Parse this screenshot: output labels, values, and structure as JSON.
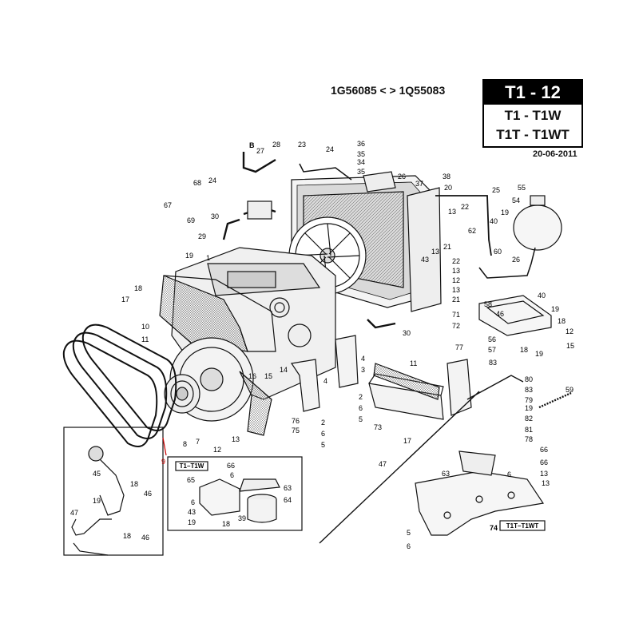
{
  "header": {
    "serial_range": "1G56085 < > 1Q55083",
    "code": "T1 - 12",
    "models_1": "T1 - T1W",
    "models_2": "T1T - T1WT",
    "date": "20-06-2011"
  },
  "insets": {
    "left_tag": "T1–T1W",
    "bottom_tag": "T1T–T1WT"
  },
  "callouts": {
    "l1": "B",
    "l2": "27",
    "l3": "28",
    "l4": "23",
    "l5": "24",
    "l6": "36",
    "l7": "35",
    "l8": "34",
    "l9": "35",
    "l10": "26",
    "l11": "37",
    "l12": "38",
    "l13": "20",
    "l14": "25",
    "l15": "55",
    "l16": "54",
    "l17": "68",
    "l18": "24",
    "l19": "67",
    "l20": "69",
    "l21": "30",
    "l22": "29",
    "l23": "13",
    "l24": "22",
    "l25": "40",
    "l26": "19",
    "l27": "62",
    "l28": "21",
    "l29": "13",
    "l30": "60",
    "l31": "26",
    "l32": "43",
    "l33": "22",
    "l34": "13",
    "l35": "12",
    "l36": "13",
    "l37": "21",
    "l38": "71",
    "l39": "72",
    "l40": "30",
    "l41": "19",
    "l42": "1",
    "l43": "18",
    "l44": "17",
    "l45": "10",
    "l46": "11",
    "l47": "40",
    "l48": "58",
    "l49": "19",
    "l50": "46",
    "l51": "18",
    "l52": "12",
    "l53": "15",
    "l54": "56",
    "l55": "57",
    "l56": "18",
    "l57": "19",
    "l58": "77",
    "l59": "11",
    "l60": "83",
    "l61": "80",
    "l62": "4",
    "l63": "3",
    "l64": "16",
    "l65": "15",
    "l66": "14",
    "l67": "7",
    "l68": "8",
    "l69": "9",
    "l70": "12",
    "l71": "13",
    "l72": "4",
    "l73": "2",
    "l74": "6",
    "l75": "5",
    "l76": "2",
    "l77": "6",
    "l78": "5",
    "l79": "76",
    "l80": "75",
    "l81": "73",
    "l82": "17",
    "l83": "83",
    "l84": "79",
    "l85": "19",
    "l86": "82",
    "l87": "81",
    "l88": "78",
    "l89": "59",
    "l90": "66",
    "l91": "47",
    "l92": "63",
    "l93": "66",
    "l94": "13",
    "l95": "6",
    "l96": "13",
    "l97": "5",
    "l98": "6",
    "l99": "74",
    "l100": "45",
    "l101": "18",
    "l102": "46",
    "l103": "19",
    "l104": "47",
    "l105": "18",
    "l106": "46",
    "l107": "66",
    "l108": "65",
    "l109": "6",
    "l110": "63",
    "l111": "64",
    "l112": "6",
    "l113": "43",
    "l114": "19",
    "l115": "18",
    "l116": "39"
  }
}
